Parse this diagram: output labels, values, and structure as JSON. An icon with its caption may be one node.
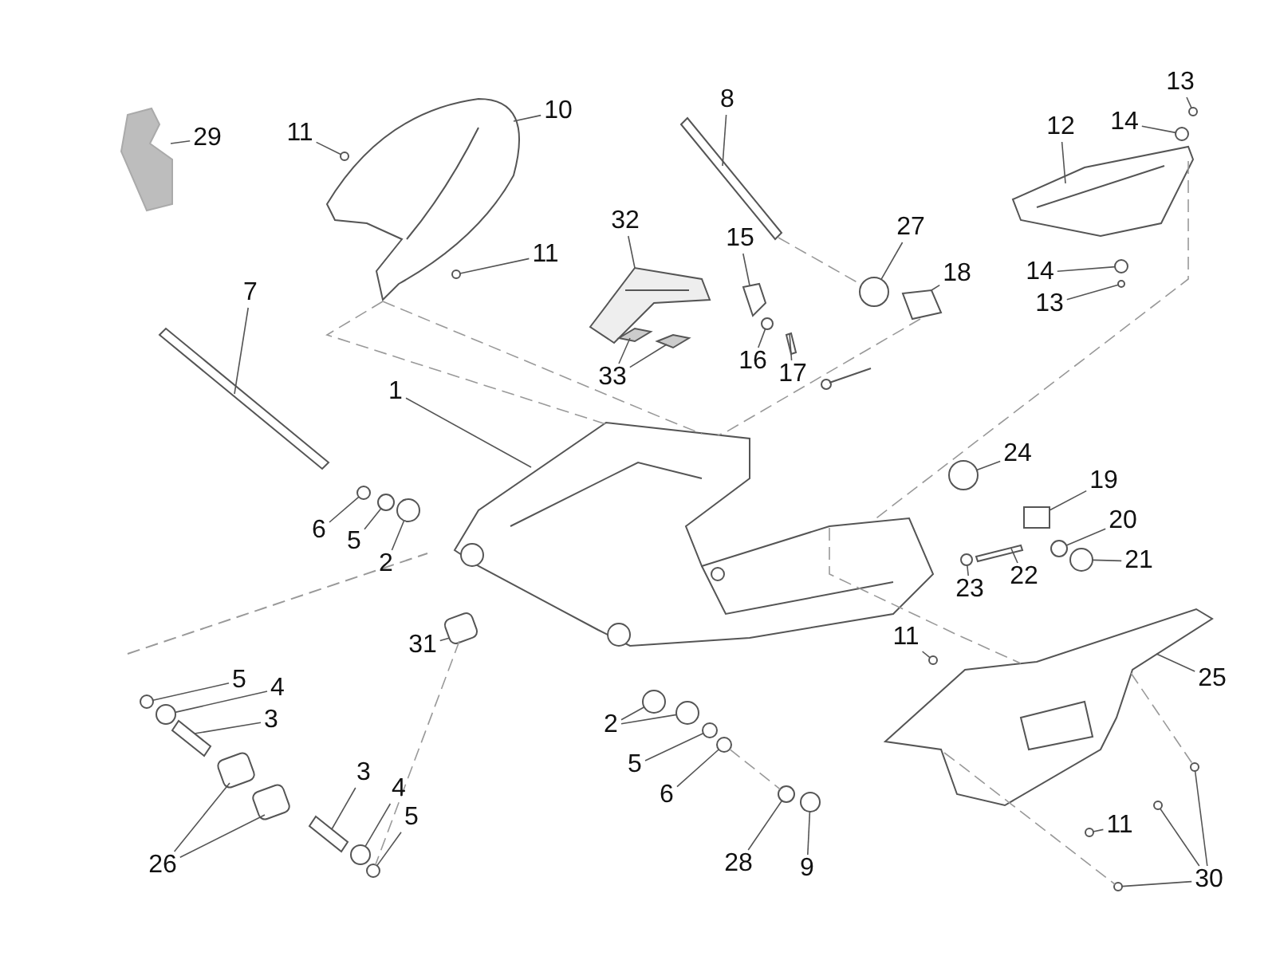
{
  "diagram": {
    "nodes": [
      {
        "text": [
          "13"
        ]
      },
      {
        "text": [
          "29"
        ]
      },
      {
        "text": [
          "11"
        ]
      },
      {
        "text": [
          "10"
        ]
      },
      {
        "text": [
          "8"
        ]
      },
      {
        "text": [
          "12"
        ]
      },
      {
        "text": [
          "14"
        ]
      },
      {
        "text": [
          "32"
        ]
      },
      {
        "text": [
          "11"
        ]
      },
      {
        "text": [
          "27"
        ]
      },
      {
        "text": [
          "15"
        ]
      },
      {
        "text": [
          "18"
        ]
      },
      {
        "text": [
          "7"
        ]
      },
      {
        "text": [
          "14"
        ]
      },
      {
        "text": [
          "13"
        ]
      },
      {
        "text": [
          "16"
        ]
      },
      {
        "text": [
          "17"
        ]
      },
      {
        "text": [
          "33"
        ]
      },
      {
        "text": [
          "1"
        ]
      },
      {
        "text": [
          "24"
        ]
      },
      {
        "text": [
          "19"
        ]
      },
      {
        "text": [
          "6"
        ]
      },
      {
        "text": [
          "5"
        ]
      },
      {
        "text": [
          "2"
        ]
      },
      {
        "text": [
          "20"
        ]
      },
      {
        "text": [
          "21"
        ]
      },
      {
        "text": [
          "22"
        ]
      },
      {
        "text": [
          "23"
        ]
      },
      {
        "text": [
          "31"
        ]
      },
      {
        "text": [
          "11"
        ]
      },
      {
        "text": [
          "25"
        ]
      },
      {
        "text": [
          "5"
        ]
      },
      {
        "text": [
          "4"
        ]
      },
      {
        "text": [
          "3"
        ]
      },
      {
        "text": [
          "2"
        ]
      },
      {
        "text": [
          "5"
        ]
      },
      {
        "text": [
          "6"
        ]
      },
      {
        "text": [
          "3"
        ]
      },
      {
        "text": [
          "4"
        ]
      },
      {
        "text": [
          "26"
        ]
      },
      {
        "text": [
          "5"
        ]
      },
      {
        "text": [
          "11"
        ]
      },
      {
        "text": [
          "28"
        ]
      },
      {
        "text": [
          "9"
        ]
      },
      {
        "text": [
          "30"
        ]
      },
      {
        "text": [],
        "shape": "circle"
      },
      {
        "text": [],
        "shape": "picture"
      },
      {
        "text": [],
        "shape": "circle"
      },
      {
        "text": [],
        "shape": "picture"
      },
      {
        "text": [],
        "shape": "bar"
      },
      {
        "text": [],
        "shape": "picture"
      },
      {
        "text": [],
        "shape": "circle"
      },
      {
        "text": [],
        "shape": "picture"
      },
      {
        "text": [],
        "shape": "circle"
      },
      {
        "text": [],
        "shape": "circle"
      },
      {
        "text": [],
        "shape": "box"
      },
      {
        "text": [],
        "shape": "box"
      },
      {
        "text": [],
        "shape": "bar"
      },
      {
        "text": [],
        "shape": "circle"
      },
      {
        "text": [],
        "shape": "circle"
      },
      {
        "text": [],
        "shape": "circle"
      },
      {
        "text": [],
        "shape": "bar"
      },
      {
        "text": [],
        "shape": "box"
      },
      {
        "text": [],
        "shape": "box"
      },
      {
        "text": [],
        "shape": "picture"
      },
      {
        "text": [],
        "shape": "circle"
      },
      {
        "text": [],
        "shape": "box"
      },
      {
        "text": [],
        "shape": "circle"
      },
      {
        "text": [],
        "shape": "circle"
      },
      {
        "text": [],
        "shape": "circle"
      },
      {
        "text": [],
        "shape": "circle"
      },
      {
        "text": [],
        "shape": "circle"
      },
      {
        "text": [],
        "shape": "bar"
      },
      {
        "text": [],
        "shape": "circle"
      },
      {
        "text": [],
        "shape": "box"
      },
      {
        "text": [],
        "shape": "circle"
      },
      {
        "text": [],
        "shape": "picture"
      },
      {
        "text": [],
        "shape": "circle"
      },
      {
        "text": [],
        "shape": "circle"
      },
      {
        "text": [],
        "shape": "bar"
      },
      {
        "text": [],
        "shape": "circle"
      },
      {
        "text": [],
        "shape": "circle"
      },
      {
        "text": [],
        "shape": "circle"
      },
      {
        "text": [],
        "shape": "circle"
      },
      {
        "text": [],
        "shape": "bar"
      },
      {
        "text": [],
        "shape": "circle"
      },
      {
        "text": [],
        "shape": "box"
      },
      {
        "text": [],
        "shape": "box"
      },
      {
        "text": [],
        "shape": "circle"
      },
      {
        "text": [],
        "shape": "circle"
      },
      {
        "text": [],
        "shape": "circle"
      },
      {
        "text": [],
        "shape": "circle"
      },
      {
        "text": [],
        "shape": "circle"
      },
      {
        "text": [],
        "shape": "circle"
      },
      {
        "text": [],
        "shape": "circle"
      }
    ],
    "edges": [
      {
        "from": 0,
        "to": 45,
        "arrow": "none"
      },
      {
        "from": 1,
        "to": 46,
        "arrow": "none"
      },
      {
        "from": 2,
        "to": 47,
        "arrow": "none"
      },
      {
        "from": 3,
        "to": 48,
        "arrow": "none"
      },
      {
        "from": 4,
        "to": 49,
        "arrow": "none"
      },
      {
        "from": 5,
        "to": 50,
        "arrow": "none"
      },
      {
        "from": 6,
        "to": 51,
        "arrow": "none"
      },
      {
        "from": 7,
        "to": 52,
        "arrow": "none"
      },
      {
        "from": 8,
        "to": 53,
        "arrow": "none"
      },
      {
        "from": 9,
        "to": 54,
        "arrow": "none"
      },
      {
        "from": 10,
        "to": 55,
        "arrow": "none"
      },
      {
        "from": 11,
        "to": 56,
        "arrow": "none"
      },
      {
        "from": 12,
        "to": 57,
        "arrow": "none"
      },
      {
        "from": 13,
        "to": 58,
        "arrow": "none"
      },
      {
        "from": 14,
        "to": 59,
        "arrow": "none"
      },
      {
        "from": 15,
        "to": 60,
        "arrow": "none"
      },
      {
        "from": 16,
        "to": 61,
        "arrow": "none"
      },
      {
        "from": 17,
        "to": 62,
        "arrow": "none"
      },
      {
        "from": 17,
        "to": 63,
        "arrow": "none"
      },
      {
        "from": 18,
        "to": 64,
        "arrow": "none"
      },
      {
        "from": 19,
        "to": 65,
        "arrow": "none"
      },
      {
        "from": 20,
        "to": 66,
        "arrow": "none"
      },
      {
        "from": 21,
        "to": 67,
        "arrow": "none"
      },
      {
        "from": 22,
        "to": 68,
        "arrow": "none"
      },
      {
        "from": 23,
        "to": 69,
        "arrow": "none"
      },
      {
        "from": 24,
        "to": 70,
        "arrow": "none"
      },
      {
        "from": 25,
        "to": 71,
        "arrow": "none"
      },
      {
        "from": 26,
        "to": 72,
        "arrow": "none"
      },
      {
        "from": 27,
        "to": 73,
        "arrow": "none"
      },
      {
        "from": 28,
        "to": 74,
        "arrow": "none"
      },
      {
        "from": 29,
        "to": 75,
        "arrow": "none"
      },
      {
        "from": 30,
        "to": 76,
        "arrow": "none"
      },
      {
        "from": 31,
        "to": 77,
        "arrow": "none"
      },
      {
        "from": 32,
        "to": 78,
        "arrow": "none"
      },
      {
        "from": 33,
        "to": 79,
        "arrow": "none"
      },
      {
        "from": 34,
        "to": 80,
        "arrow": "none"
      },
      {
        "from": 34,
        "to": 81,
        "arrow": "none"
      },
      {
        "from": 35,
        "to": 82,
        "arrow": "none"
      },
      {
        "from": 36,
        "to": 83,
        "arrow": "none"
      },
      {
        "from": 37,
        "to": 84,
        "arrow": "none"
      },
      {
        "from": 38,
        "to": 85,
        "arrow": "none"
      },
      {
        "from": 39,
        "to": 86,
        "arrow": "none"
      },
      {
        "from": 39,
        "to": 87,
        "arrow": "none"
      },
      {
        "from": 40,
        "to": 88,
        "arrow": "none"
      },
      {
        "from": 41,
        "to": 89,
        "arrow": "none"
      },
      {
        "from": 42,
        "to": 90,
        "arrow": "none"
      },
      {
        "from": 43,
        "to": 91,
        "arrow": "none"
      },
      {
        "from": 44,
        "to": 92,
        "arrow": "none"
      },
      {
        "from": 44,
        "to": 93,
        "arrow": "none"
      },
      {
        "from": 44,
        "to": 94,
        "arrow": "none"
      },
      {
        "from": 49,
        "to": 54,
        "arrow": "none",
        "style": "dashed",
        "color": "#999999"
      },
      {
        "from": 48,
        "to": 64,
        "arrow": "none",
        "style": "dashed",
        "color": "#999999"
      },
      {
        "from": 48,
        "to": 64,
        "arrow": "none",
        "style": "dashed",
        "color": "#999999"
      },
      {
        "from": 56,
        "to": 64,
        "arrow": "none",
        "style": "dashed",
        "color": "#999999"
      },
      {
        "from": 50,
        "to": 64,
        "arrow": "none",
        "style": "dashed",
        "color": "#999999"
      },
      {
        "from": 64,
        "to": 76,
        "arrow": "none",
        "style": "dashed",
        "color": "#999999"
      },
      {
        "from": 83,
        "to": 90,
        "arrow": "none",
        "style": "dashed",
        "color": "#999999"
      },
      {
        "from": 76,
        "to": 92,
        "arrow": "none",
        "style": "dashed",
        "color": "#999999"
      },
      {
        "from": 76,
        "to": 94,
        "arrow": "none",
        "style": "dashed",
        "color": "#999999"
      },
      {
        "from": 74,
        "to": 88,
        "arrow": "none",
        "style": "dashed",
        "color": "#999999"
      }
    ]
  }
}
